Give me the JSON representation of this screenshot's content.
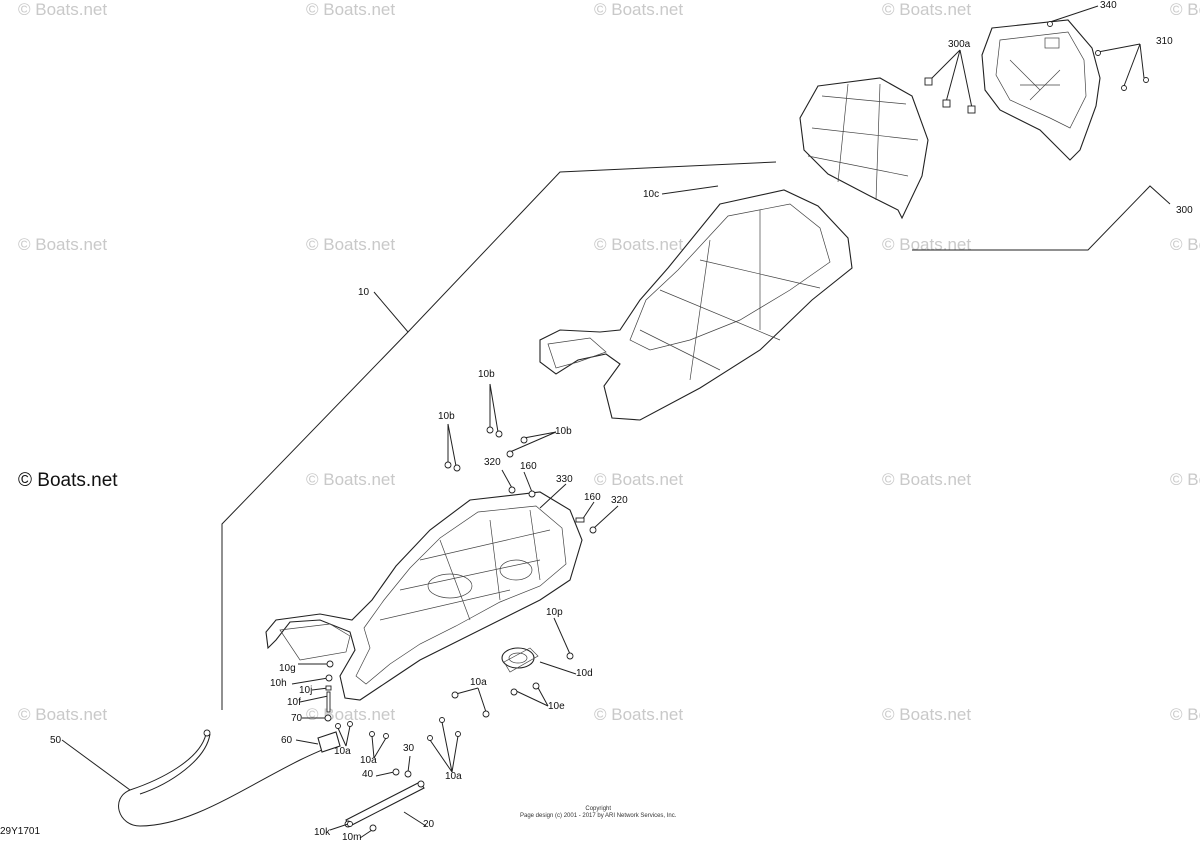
{
  "watermark": {
    "text": "© Boats.net",
    "main_text": "© Boats.net"
  },
  "diagram_code": "29Y1701",
  "copyright": {
    "line1": "Copyright",
    "line2": "Page design (c) 2001 - 2017 by ARI Network Services, Inc."
  },
  "callouts": [
    {
      "id": "340",
      "text": "340"
    },
    {
      "id": "310",
      "text": "310"
    },
    {
      "id": "300a",
      "text": "300a"
    },
    {
      "id": "300",
      "text": "300"
    },
    {
      "id": "10c",
      "text": "10c"
    },
    {
      "id": "10",
      "text": "10"
    },
    {
      "id": "10b-1",
      "text": "10b"
    },
    {
      "id": "10b-2",
      "text": "10b"
    },
    {
      "id": "10b-3",
      "text": "10b"
    },
    {
      "id": "320-1",
      "text": "320"
    },
    {
      "id": "160-1",
      "text": "160"
    },
    {
      "id": "330",
      "text": "330"
    },
    {
      "id": "160-2",
      "text": "160"
    },
    {
      "id": "320-2",
      "text": "320"
    },
    {
      "id": "10p",
      "text": "10p"
    },
    {
      "id": "10d",
      "text": "10d"
    },
    {
      "id": "10e",
      "text": "10e"
    },
    {
      "id": "10a-1",
      "text": "10a"
    },
    {
      "id": "10g",
      "text": "10g"
    },
    {
      "id": "10h",
      "text": "10h"
    },
    {
      "id": "10j",
      "text": "10j"
    },
    {
      "id": "10f",
      "text": "10f"
    },
    {
      "id": "70",
      "text": "70"
    },
    {
      "id": "60",
      "text": "60"
    },
    {
      "id": "50",
      "text": "50"
    },
    {
      "id": "10a-2",
      "text": "10a"
    },
    {
      "id": "10a-3",
      "text": "10a"
    },
    {
      "id": "30",
      "text": "30"
    },
    {
      "id": "40",
      "text": "40"
    },
    {
      "id": "10a-4",
      "text": "10a"
    },
    {
      "id": "20",
      "text": "20"
    },
    {
      "id": "10k",
      "text": "10k"
    },
    {
      "id": "10m",
      "text": "10m"
    }
  ]
}
